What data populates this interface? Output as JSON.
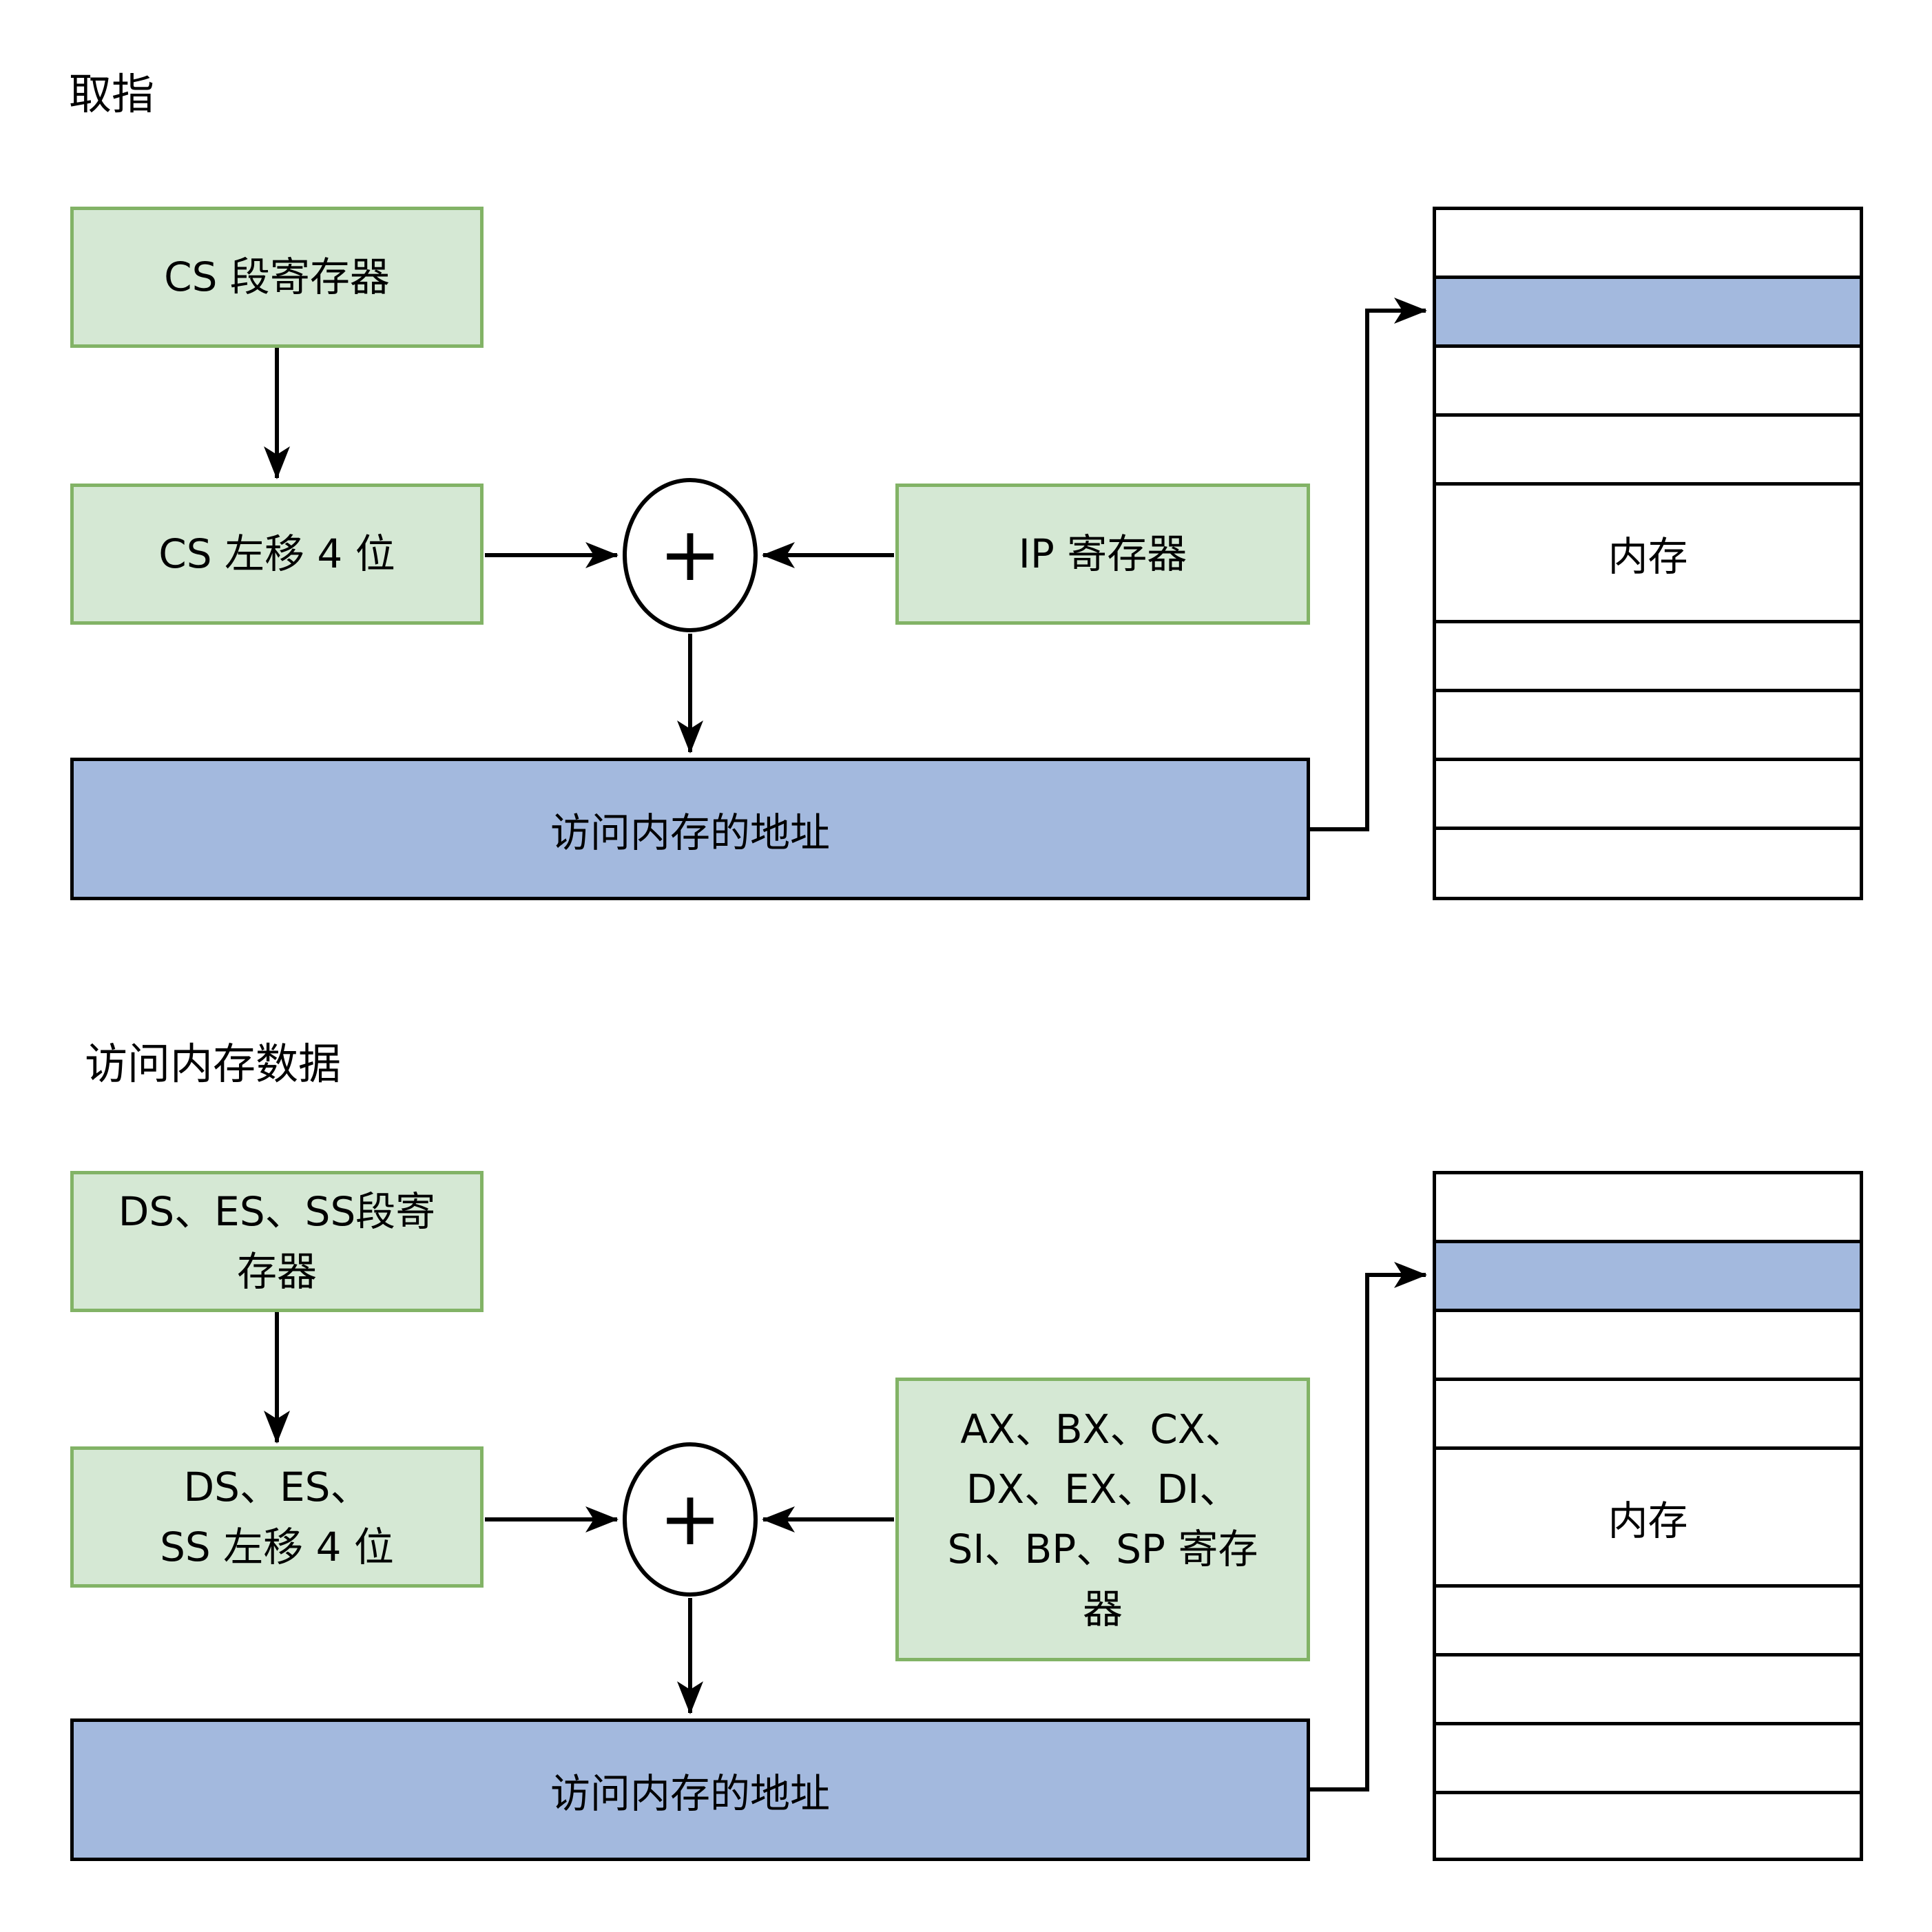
{
  "colors": {
    "box_green_fill": "#d5e8d4",
    "box_green_border": "#82b366",
    "box_blue_fill": "#a3b9de",
    "line_color": "#000000",
    "background": "#ffffff"
  },
  "sections": {
    "fetch": {
      "title": "取指",
      "cs_register_box": "CS 段寄存器",
      "cs_shift_box": "CS 左移 4 位",
      "plus_sign": "+",
      "ip_register_box": "IP 寄存器",
      "address_box": "访问内存的地址",
      "memory_table": {
        "label": "内存",
        "rows": 9,
        "highlighted_row_index": 2,
        "label_row_index": 5
      }
    },
    "data_access": {
      "title": "访问内存数据",
      "seg_register_box_lines": [
        "DS、ES、SS段寄",
        "存器"
      ],
      "shift_box_lines": [
        "DS、ES、",
        "SS 左移 4 位"
      ],
      "plus_sign": "+",
      "general_register_box_lines": [
        "AX、BX、CX、",
        "DX、EX、DI、",
        "SI、BP、SP 寄存",
        "器"
      ],
      "address_box": "访问内存的地址",
      "memory_table": {
        "label": "内存",
        "rows": 9,
        "highlighted_row_index": 2,
        "label_row_index": 5
      }
    }
  }
}
